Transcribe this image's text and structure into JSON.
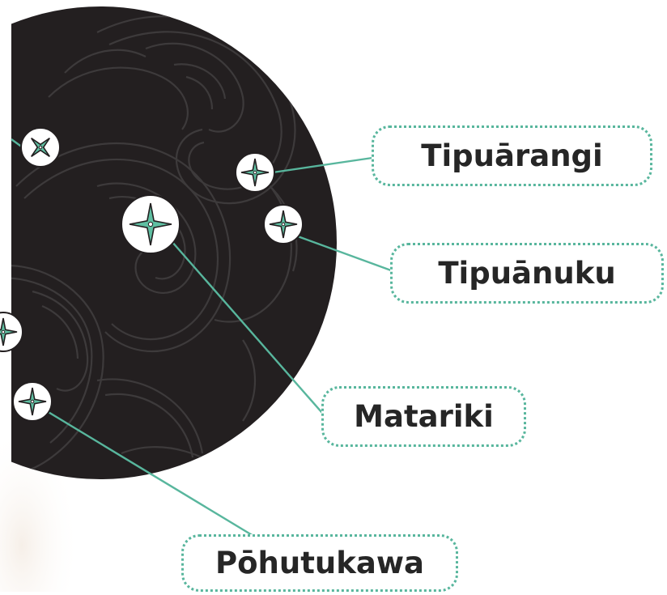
{
  "colors": {
    "dark_disc": "#231f20",
    "pattern_line": "#3d3a3b",
    "accent": "#58b69d",
    "star_fill": "#5fbfa2",
    "text": "#262626",
    "background": "#ffffff"
  },
  "stars": [
    {
      "name": "Tipuārangi",
      "icon": "four-point-star-icon"
    },
    {
      "name": "Tipuānuku",
      "icon": "four-point-star-icon"
    },
    {
      "name": "Matariki",
      "icon": "four-point-star-icon"
    },
    {
      "name": "Pōhutukawa",
      "icon": "four-point-star-icon"
    }
  ]
}
